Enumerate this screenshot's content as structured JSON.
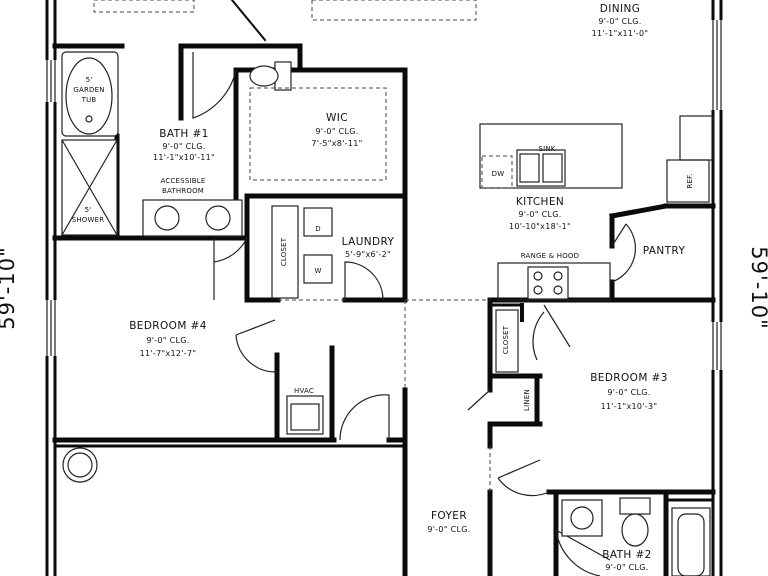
{
  "plan": {
    "dimensions": {
      "left": "59'-10\"",
      "right": "59'-10\""
    },
    "rooms": {
      "dining": {
        "name": "DINING",
        "clg": "9'-0\" CLG.",
        "size": "11'-1\"x11'-0\""
      },
      "bath1": {
        "name": "BATH #1",
        "clg": "9'-0\" CLG.",
        "size": "11'-1\"x10'-11\"",
        "note1": "ACCESSIBLE",
        "note2": "BATHROOM"
      },
      "wic": {
        "name": "WIC",
        "clg": "9'-0\" CLG.",
        "size": "7'-5\"x8'-11\""
      },
      "kitchen": {
        "name": "KITCHEN",
        "clg": "9'-0\" CLG.",
        "size": "10'-10\"x18'-1\""
      },
      "laundry": {
        "name": "LAUNDRY",
        "size": "5'-9\"x6'-2\""
      },
      "pantry": {
        "name": "PANTRY"
      },
      "bedroom4": {
        "name": "BEDROOM #4",
        "clg": "9'-0\" CLG.",
        "size": "11'-7\"x12'-7\""
      },
      "bedroom3": {
        "name": "BEDROOM #3",
        "clg": "9'-0\" CLG.",
        "size": "11'-1\"x10'-3\""
      },
      "foyer": {
        "name": "FOYER",
        "clg": "9'-0\" CLG."
      },
      "bath2": {
        "name": "BATH #2",
        "clg": "9'-0\" CLG."
      }
    },
    "fixtures": {
      "tub_l1": "5'",
      "tub_l2": "GARDEN",
      "tub_l3": "TUB",
      "shower_l1": "5'",
      "shower_l2": "SHOWER",
      "sink": "SINK",
      "dw": "DW",
      "ref": "REF.",
      "range": "RANGE & HOOD",
      "dryer": "D",
      "washer": "W",
      "closet": "CLOSET",
      "linen": "LINEN",
      "hvac": "HVAC"
    }
  }
}
